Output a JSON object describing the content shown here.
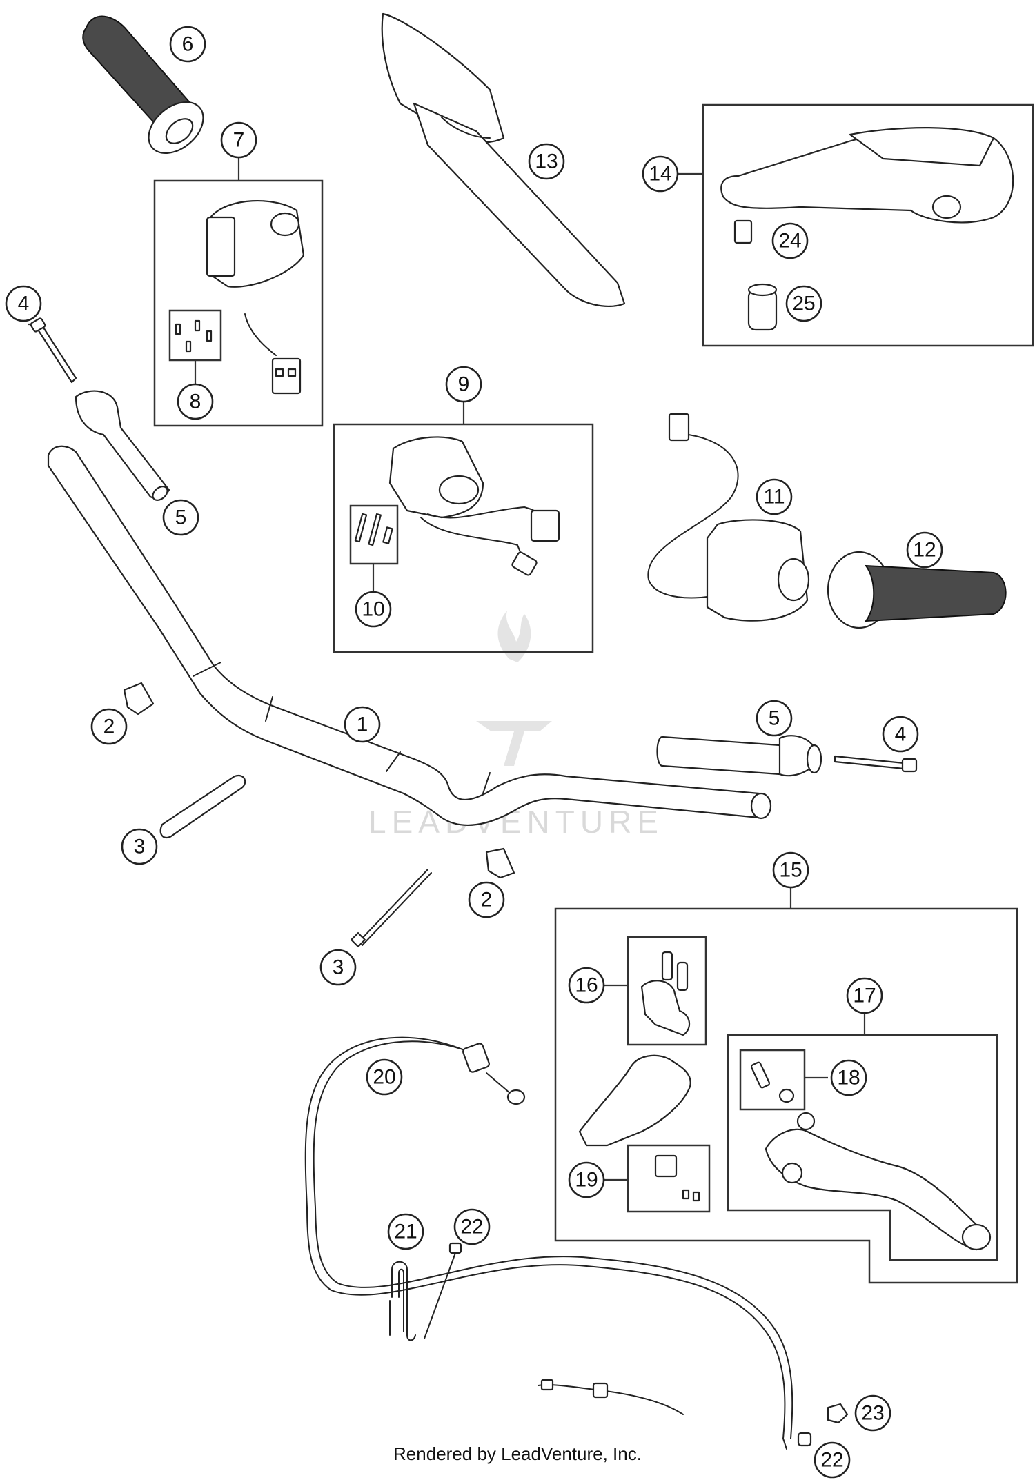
{
  "watermark": {
    "text": "LEADVENTURE",
    "logo": "leadventure-flame-v-logo"
  },
  "footer": {
    "credit": "Rendered by LeadVenture, Inc."
  },
  "callouts": [
    "1",
    "2",
    "2",
    "3",
    "3",
    "4",
    "4",
    "5",
    "5",
    "6",
    "7",
    "8",
    "9",
    "10",
    "11",
    "12",
    "13",
    "14",
    "15",
    "16",
    "17",
    "18",
    "19",
    "20",
    "21",
    "22",
    "22",
    "23",
    "24",
    "25"
  ],
  "parts": [
    {
      "name": "handlebar",
      "callout": "1"
    },
    {
      "name": "clamp",
      "callout": "2"
    },
    {
      "name": "cable-tie",
      "callout": "3"
    },
    {
      "name": "screw",
      "callout": "4"
    },
    {
      "name": "bar-end-weight",
      "callout": "5"
    },
    {
      "name": "left-grip",
      "callout": "6"
    },
    {
      "name": "left-switch-assembly",
      "callout": "7"
    },
    {
      "name": "switch-screw-set",
      "callout": "8"
    },
    {
      "name": "kill-switch-assembly",
      "callout": "9"
    },
    {
      "name": "screw-kit",
      "callout": "10"
    },
    {
      "name": "right-switch",
      "callout": "11"
    },
    {
      "name": "throttle-grip",
      "callout": "12"
    },
    {
      "name": "hand-guard-left",
      "callout": "13"
    },
    {
      "name": "hand-guard-right-kit",
      "callout": "14"
    },
    {
      "name": "clutch-lever-assembly",
      "callout": "15"
    },
    {
      "name": "clamp-kit",
      "callout": "16"
    },
    {
      "name": "clutch-lever-kit",
      "callout": "17"
    },
    {
      "name": "adjuster-kit",
      "callout": "18"
    },
    {
      "name": "mounting-kit",
      "callout": "19"
    },
    {
      "name": "clutch-cable",
      "callout": "20"
    },
    {
      "name": "cable-holder",
      "callout": "21"
    },
    {
      "name": "adjusting-screw",
      "callout": "22"
    },
    {
      "name": "nut",
      "callout": "23"
    },
    {
      "name": "spacer",
      "callout": "24"
    },
    {
      "name": "sleeve",
      "callout": "25"
    }
  ]
}
